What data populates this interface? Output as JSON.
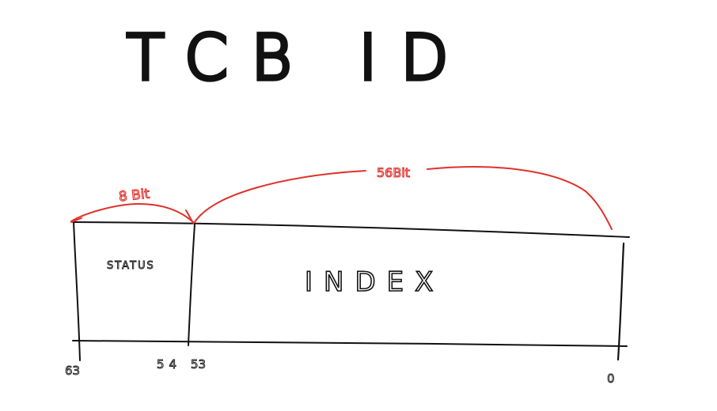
{
  "title": "TCB ID",
  "fields": [
    {
      "name": "STATUS",
      "width_label": "8 Bit"
    },
    {
      "name": "INDEX",
      "width_label": "56Bit"
    }
  ],
  "bit_labels": {
    "msb": "63",
    "status_low": "54",
    "index_high": "53",
    "lsb": "0"
  },
  "colors": {
    "ink": "#111111",
    "annotation": "#e0312b",
    "background": "#ffffff"
  }
}
